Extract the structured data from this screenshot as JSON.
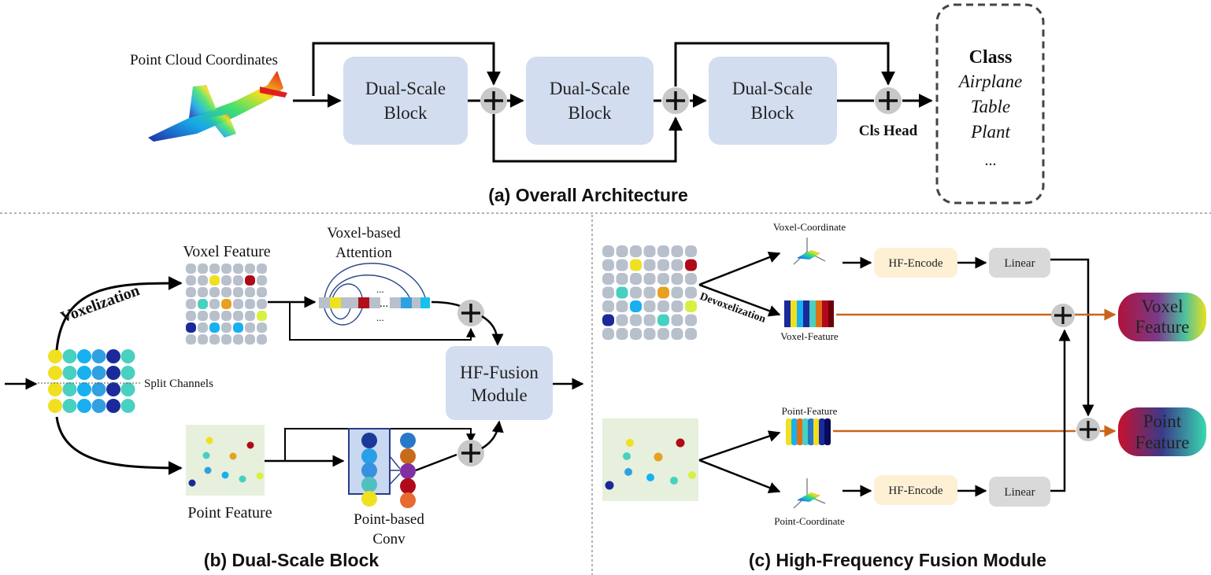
{
  "panel_a": {
    "caption": "(a) Overall Architecture",
    "input_label": "Point Cloud Coordinates",
    "blocks": [
      {
        "line1": "Dual-Scale",
        "line2": "Block"
      },
      {
        "line1": "Dual-Scale",
        "line2": "Block"
      },
      {
        "line1": "Dual-Scale",
        "line2": "Block"
      }
    ],
    "head_label": "Cls Head",
    "class_box": {
      "title": "Class",
      "items": [
        "Airplane",
        "Table",
        "Plant",
        "..."
      ]
    }
  },
  "panel_b": {
    "caption": "(b) Dual-Scale Block",
    "voxelization": "Voxelization",
    "split_channels": "Split Channels",
    "voxel_feature": "Voxel Feature",
    "attention_line1": "Voxel-based",
    "attention_line2": "Attention",
    "point_feature": "Point Feature",
    "conv_line1": "Point-based",
    "conv_line2": "Conv",
    "fusion_line1": "HF-Fusion",
    "fusion_line2": "Module",
    "dots": "..."
  },
  "panel_c": {
    "caption": "(c) High-Frequency Fusion Module",
    "voxel_coordinate": "Voxel-Coordinate",
    "devoxelization": "Devoxelization",
    "voxel_feature_small": "Voxel-Feature",
    "point_feature_small": "Point-Feature",
    "point_coordinate": "Point-Coordinate",
    "hf_encode_top": "HF-Encode",
    "hf_encode_bottom": "HF-Encode",
    "linear_top": "Linear",
    "linear_bottom": "Linear",
    "out_voxel_line1": "Voxel",
    "out_voxel_line2": "Feature",
    "out_point_line1": "Point",
    "out_point_line2": "Feature"
  },
  "colors": {
    "block_fill": "#d3ddf0",
    "hf_encode_fill": "#fdf0d5",
    "linear_fill": "#d9d9d9",
    "feature_panel_fill": "#e6f0dc",
    "orange_arrow": "#c8651c",
    "plus_fill": "#c8c8c8"
  }
}
